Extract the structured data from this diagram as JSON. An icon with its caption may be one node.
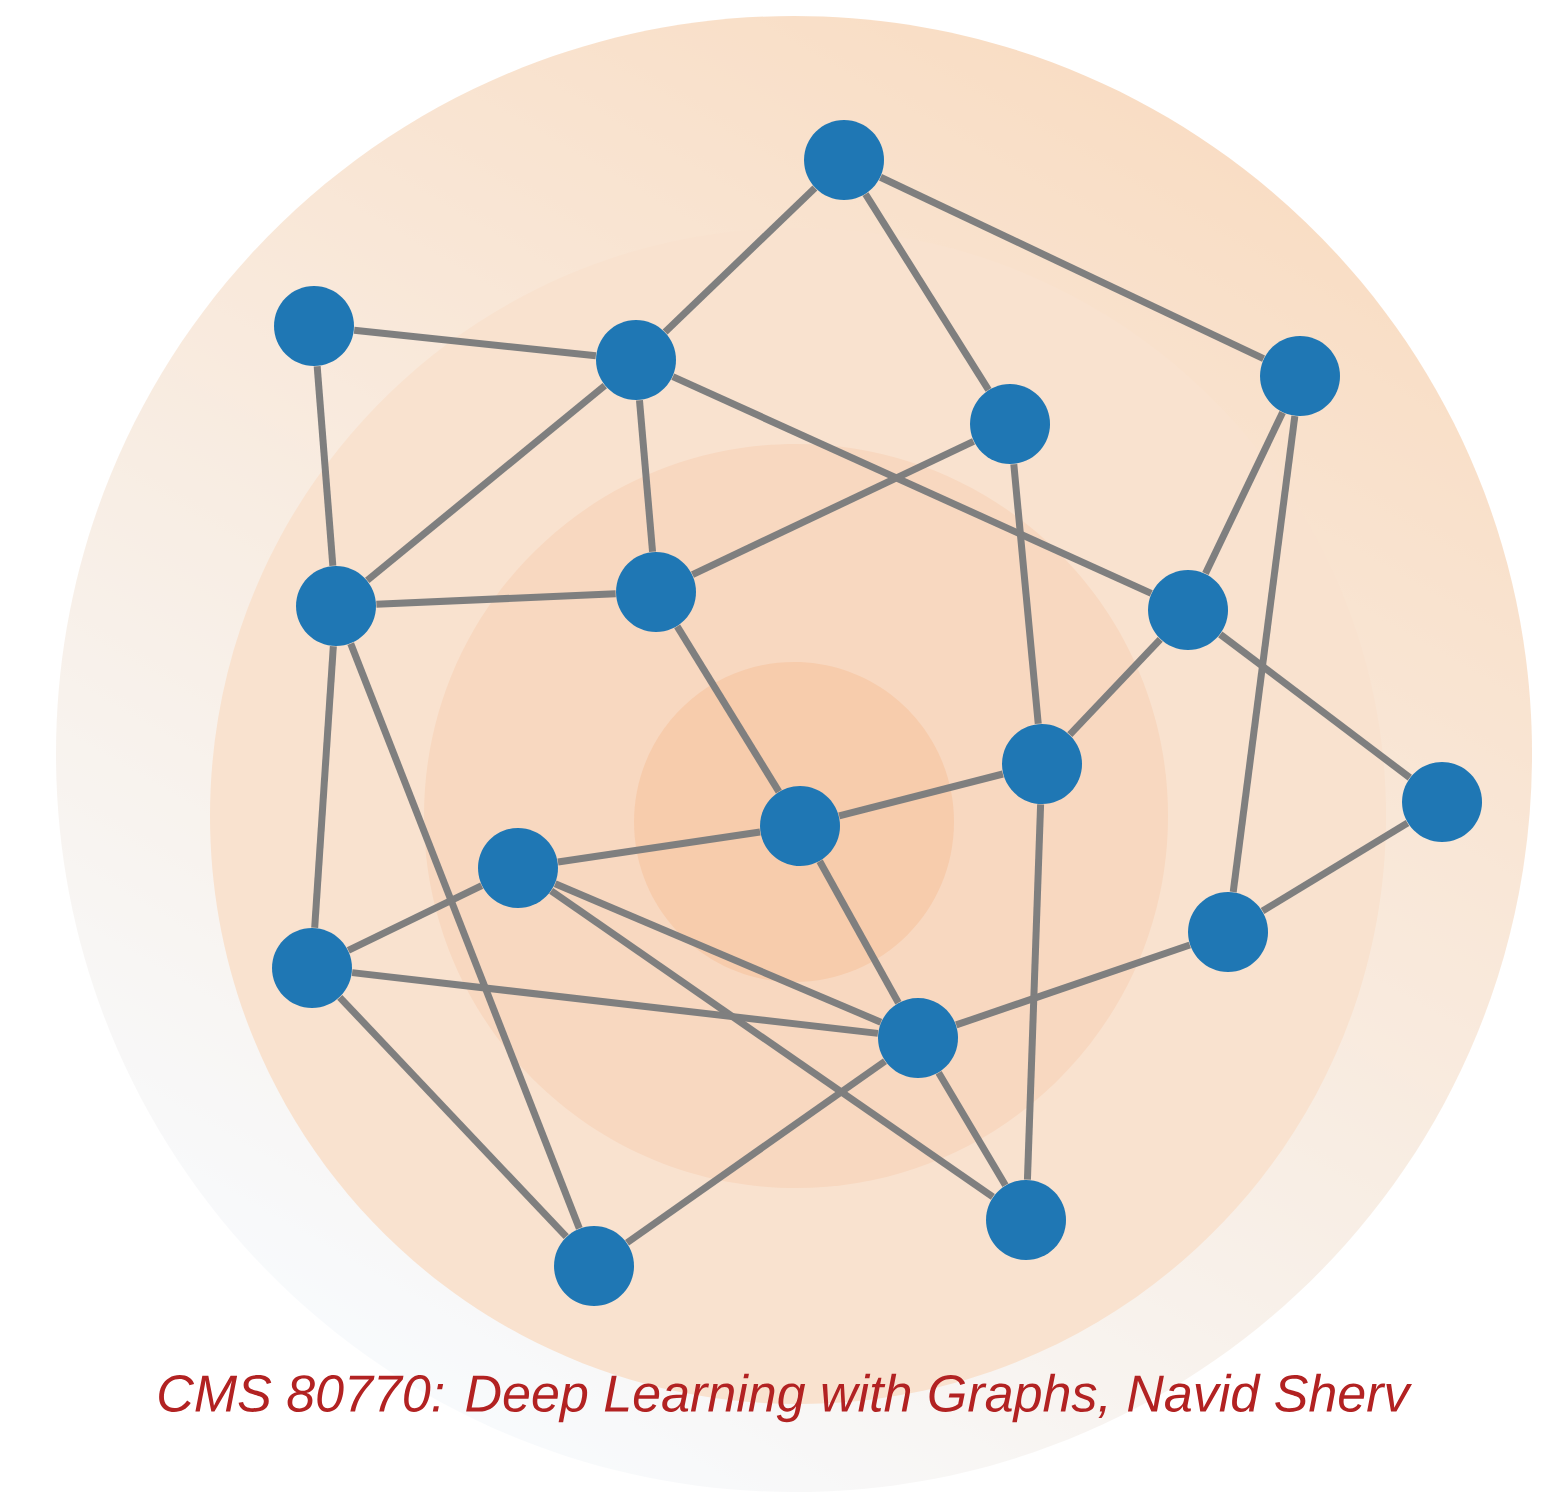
{
  "diagram": {
    "caption": "CMS 80770: Deep Learning with Graphs, Navid Sherv",
    "nodes": [
      {
        "text": [],
        "shape": "circle"
      },
      {
        "text": [],
        "shape": "circle"
      },
      {
        "text": [],
        "shape": "circle"
      },
      {
        "text": [],
        "shape": "circle"
      },
      {
        "text": [],
        "shape": "circle"
      },
      {
        "text": [],
        "shape": "circle"
      },
      {
        "text": [],
        "shape": "circle"
      },
      {
        "text": [],
        "shape": "circle"
      },
      {
        "text": [],
        "shape": "circle"
      },
      {
        "text": [],
        "shape": "circle"
      },
      {
        "text": [],
        "shape": "circle"
      },
      {
        "text": [],
        "shape": "circle"
      },
      {
        "text": [],
        "shape": "circle"
      },
      {
        "text": [],
        "shape": "circle"
      },
      {
        "text": [],
        "shape": "circle"
      },
      {
        "text": [],
        "shape": "circle"
      },
      {
        "text": [],
        "shape": "circle"
      }
    ],
    "edges": [
      {
        "from": 0,
        "to": 2,
        "arrow": "none"
      },
      {
        "from": 0,
        "to": 4,
        "arrow": "none"
      },
      {
        "from": 0,
        "to": 3,
        "arrow": "none"
      },
      {
        "from": 1,
        "to": 2,
        "arrow": "none"
      },
      {
        "from": 1,
        "to": 5,
        "arrow": "none"
      },
      {
        "from": 2,
        "to": 5,
        "arrow": "none"
      },
      {
        "from": 2,
        "to": 6,
        "arrow": "none"
      },
      {
        "from": 2,
        "to": 7,
        "arrow": "none"
      },
      {
        "from": 4,
        "to": 6,
        "arrow": "none"
      },
      {
        "from": 4,
        "to": 8,
        "arrow": "none"
      },
      {
        "from": 3,
        "to": 7,
        "arrow": "none"
      },
      {
        "from": 3,
        "to": 12,
        "arrow": "none"
      },
      {
        "from": 5,
        "to": 6,
        "arrow": "none"
      },
      {
        "from": 5,
        "to": 13,
        "arrow": "none"
      },
      {
        "from": 5,
        "to": 16,
        "arrow": "none"
      },
      {
        "from": 6,
        "to": 10,
        "arrow": "none"
      },
      {
        "from": 7,
        "to": 8,
        "arrow": "none"
      },
      {
        "from": 7,
        "to": 9,
        "arrow": "none"
      },
      {
        "from": 9,
        "to": 12,
        "arrow": "none"
      },
      {
        "from": 8,
        "to": 10,
        "arrow": "none"
      },
      {
        "from": 8,
        "to": 15,
        "arrow": "none"
      },
      {
        "from": 10,
        "to": 11,
        "arrow": "none"
      },
      {
        "from": 10,
        "to": 14,
        "arrow": "none"
      },
      {
        "from": 11,
        "to": 13,
        "arrow": "none"
      },
      {
        "from": 11,
        "to": 14,
        "arrow": "none"
      },
      {
        "from": 11,
        "to": 15,
        "arrow": "none"
      },
      {
        "from": 13,
        "to": 14,
        "arrow": "none"
      },
      {
        "from": 13,
        "to": 16,
        "arrow": "none"
      },
      {
        "from": 16,
        "to": 14,
        "arrow": "none"
      },
      {
        "from": 14,
        "to": 12,
        "arrow": "none"
      },
      {
        "from": 14,
        "to": 15,
        "arrow": "none"
      }
    ]
  }
}
